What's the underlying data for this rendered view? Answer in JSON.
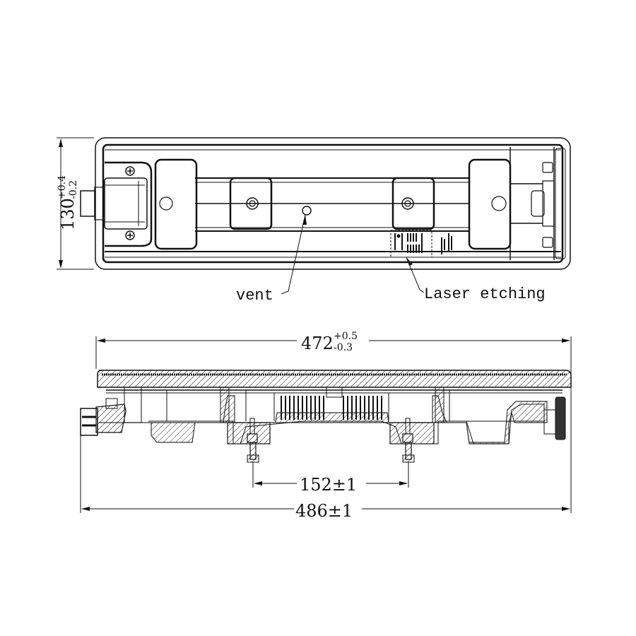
{
  "drawing": {
    "type": "engineering-drawing",
    "views": [
      "top-view",
      "side-section-view"
    ],
    "line_color": "#111111",
    "background": "#ffffff"
  },
  "top_view": {
    "height_dimension": {
      "nominal": "130",
      "upper_tol": "+0.4",
      "lower_tol": "-0.2"
    },
    "callouts": {
      "vent": "vent",
      "laser_etching": "Laser etching"
    }
  },
  "side_view": {
    "overall_length": {
      "nominal": "472",
      "upper_tol": "+0.5",
      "lower_tol": "-0.3"
    },
    "mount_spacing": {
      "label": "152±1"
    },
    "total_length": {
      "label": "486±1"
    }
  }
}
